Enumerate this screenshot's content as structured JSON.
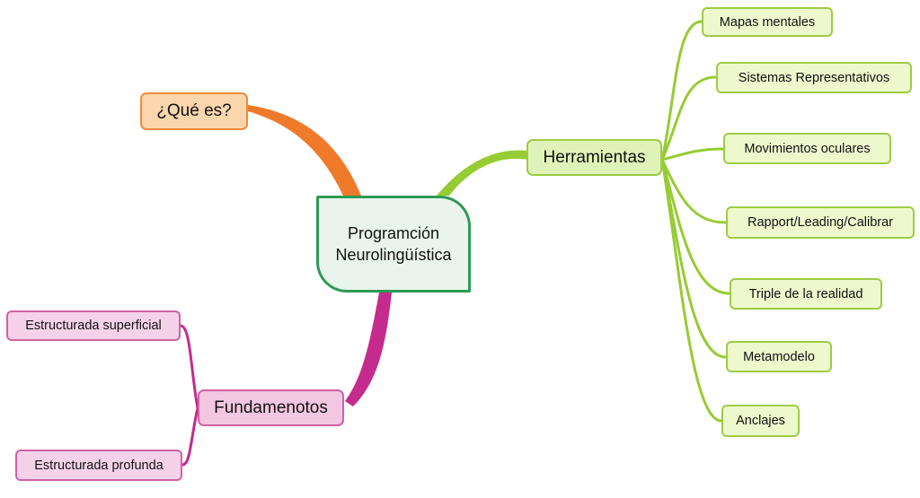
{
  "central": {
    "line1": "Programción",
    "line2": "Neurolingüística"
  },
  "branches": {
    "que_es": {
      "label": "¿Qué es?",
      "color": "#ef7a2a"
    },
    "herramientas": {
      "label": "Herramientas",
      "color": "#96cc33",
      "children": [
        "Mapas mentales",
        "Sistemas Representativos",
        "Movimientos oculares",
        "Rapport/Leading/Calibrar",
        "Triple de la realidad",
        "Metamodelo",
        "Anclajes"
      ]
    },
    "fundamentos": {
      "label": "Fundamenotos",
      "color": "#c42b8d",
      "children": [
        "Estructurada superficial",
        "Estructurada profunda"
      ]
    }
  }
}
